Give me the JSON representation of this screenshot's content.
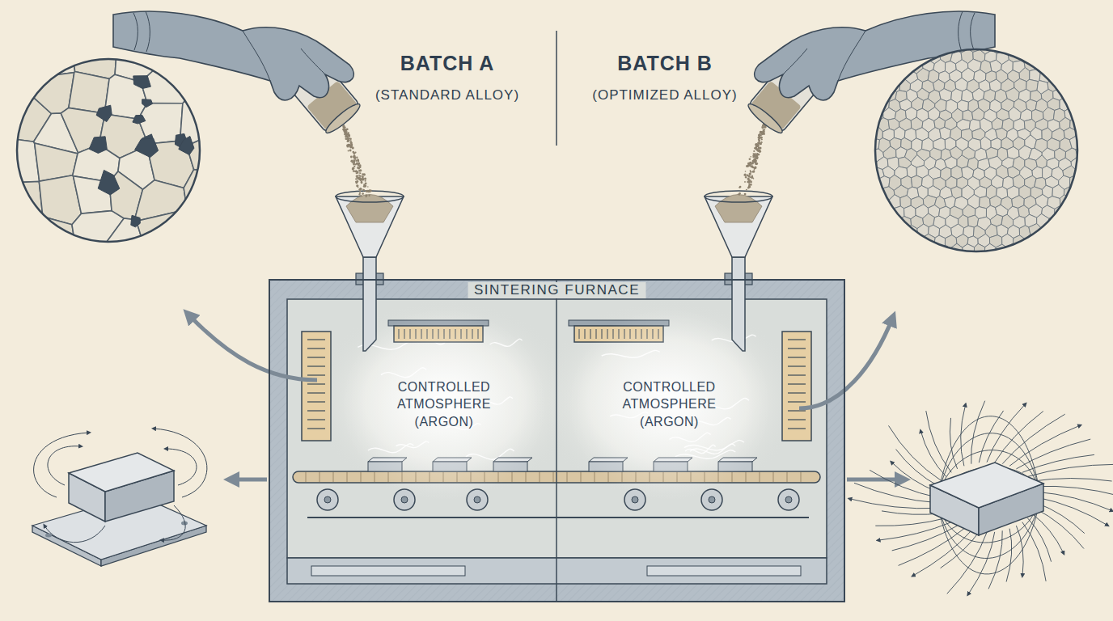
{
  "diagram": {
    "nodes": [
      {
        "text": [
          "SINTERING FURNACE"
        ]
      },
      {
        "text": [
          "CONTROLLED ATMOSPHERE (ARGON)"
        ],
        "in": 0
      },
      {
        "text": [
          "CONTROLLED ATMOSPHERE (ARGON)"
        ],
        "in": 0
      }
    ],
    "labels": [
      "BATCH A",
      "(STANDARD ALLOY)",
      "BATCH B",
      "(OPTIMIZED ALLOY)"
    ]
  }
}
